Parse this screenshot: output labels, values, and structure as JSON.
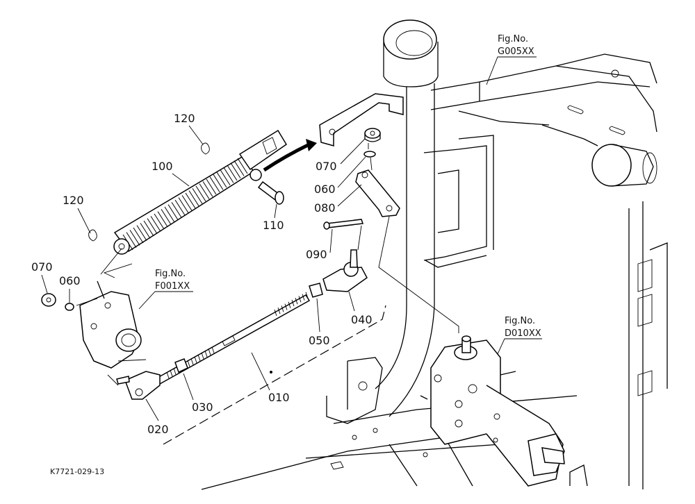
{
  "diagram": {
    "part_labels": {
      "p010": "010",
      "p020": "020",
      "p030": "030",
      "p040": "040",
      "p050": "050",
      "p060_a": "060",
      "p060_b": "060",
      "p070_a": "070",
      "p070_b": "070",
      "p080": "080",
      "p090": "090",
      "p100": "100",
      "p110": "110",
      "p120_a": "120",
      "p120_b": "120"
    },
    "figure_refs": {
      "g005": {
        "label": "Fig.No.",
        "code": "G005XX"
      },
      "f001": {
        "label": "Fig.No.",
        "code": "F001XX"
      },
      "d010": {
        "label": "Fig.No.",
        "code": "D010XX"
      }
    },
    "drawing_code": "K7721-029-13"
  }
}
